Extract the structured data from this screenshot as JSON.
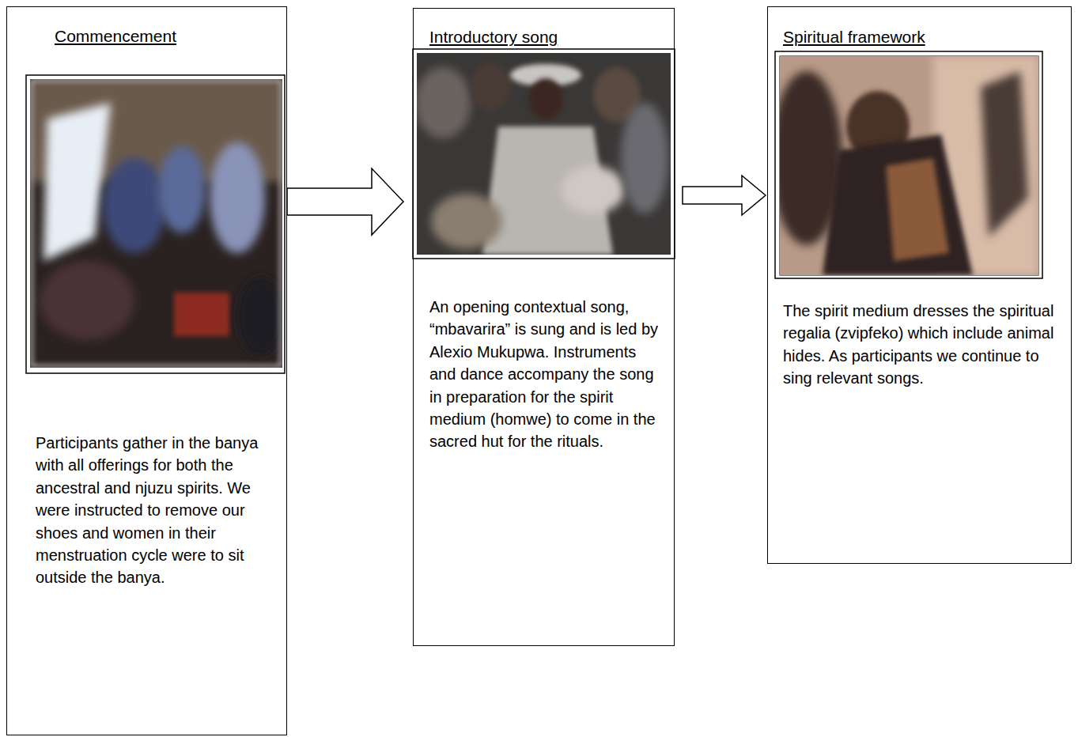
{
  "diagram": {
    "nodes": [
      {
        "text": [
          "Commencement",
          "Participants gather in the banya with all offerings for both the ancestral and njuzu spirits. We were instructed to remove our shoes and women in their menstruation cycle were to sit outside the banya."
        ]
      },
      {
        "text": [
          "Introductory song",
          "An opening contextual song, “mbavarira” is sung and is led by Alexio Mukupwa. Instruments and dance accompany the song in preparation for the spirit medium (homwe) to come in the sacred hut for the rituals."
        ]
      },
      {
        "text": [
          "Spiritual framework",
          "The spirit medium dresses the spiritual regalia (zvipfeko) which include animal hides. As participants we continue to sing relevant songs."
        ]
      }
    ],
    "edges": [
      {
        "from": 0,
        "to": 1,
        "arrow": "to"
      },
      {
        "from": 1,
        "to": 2,
        "arrow": "to"
      }
    ]
  }
}
